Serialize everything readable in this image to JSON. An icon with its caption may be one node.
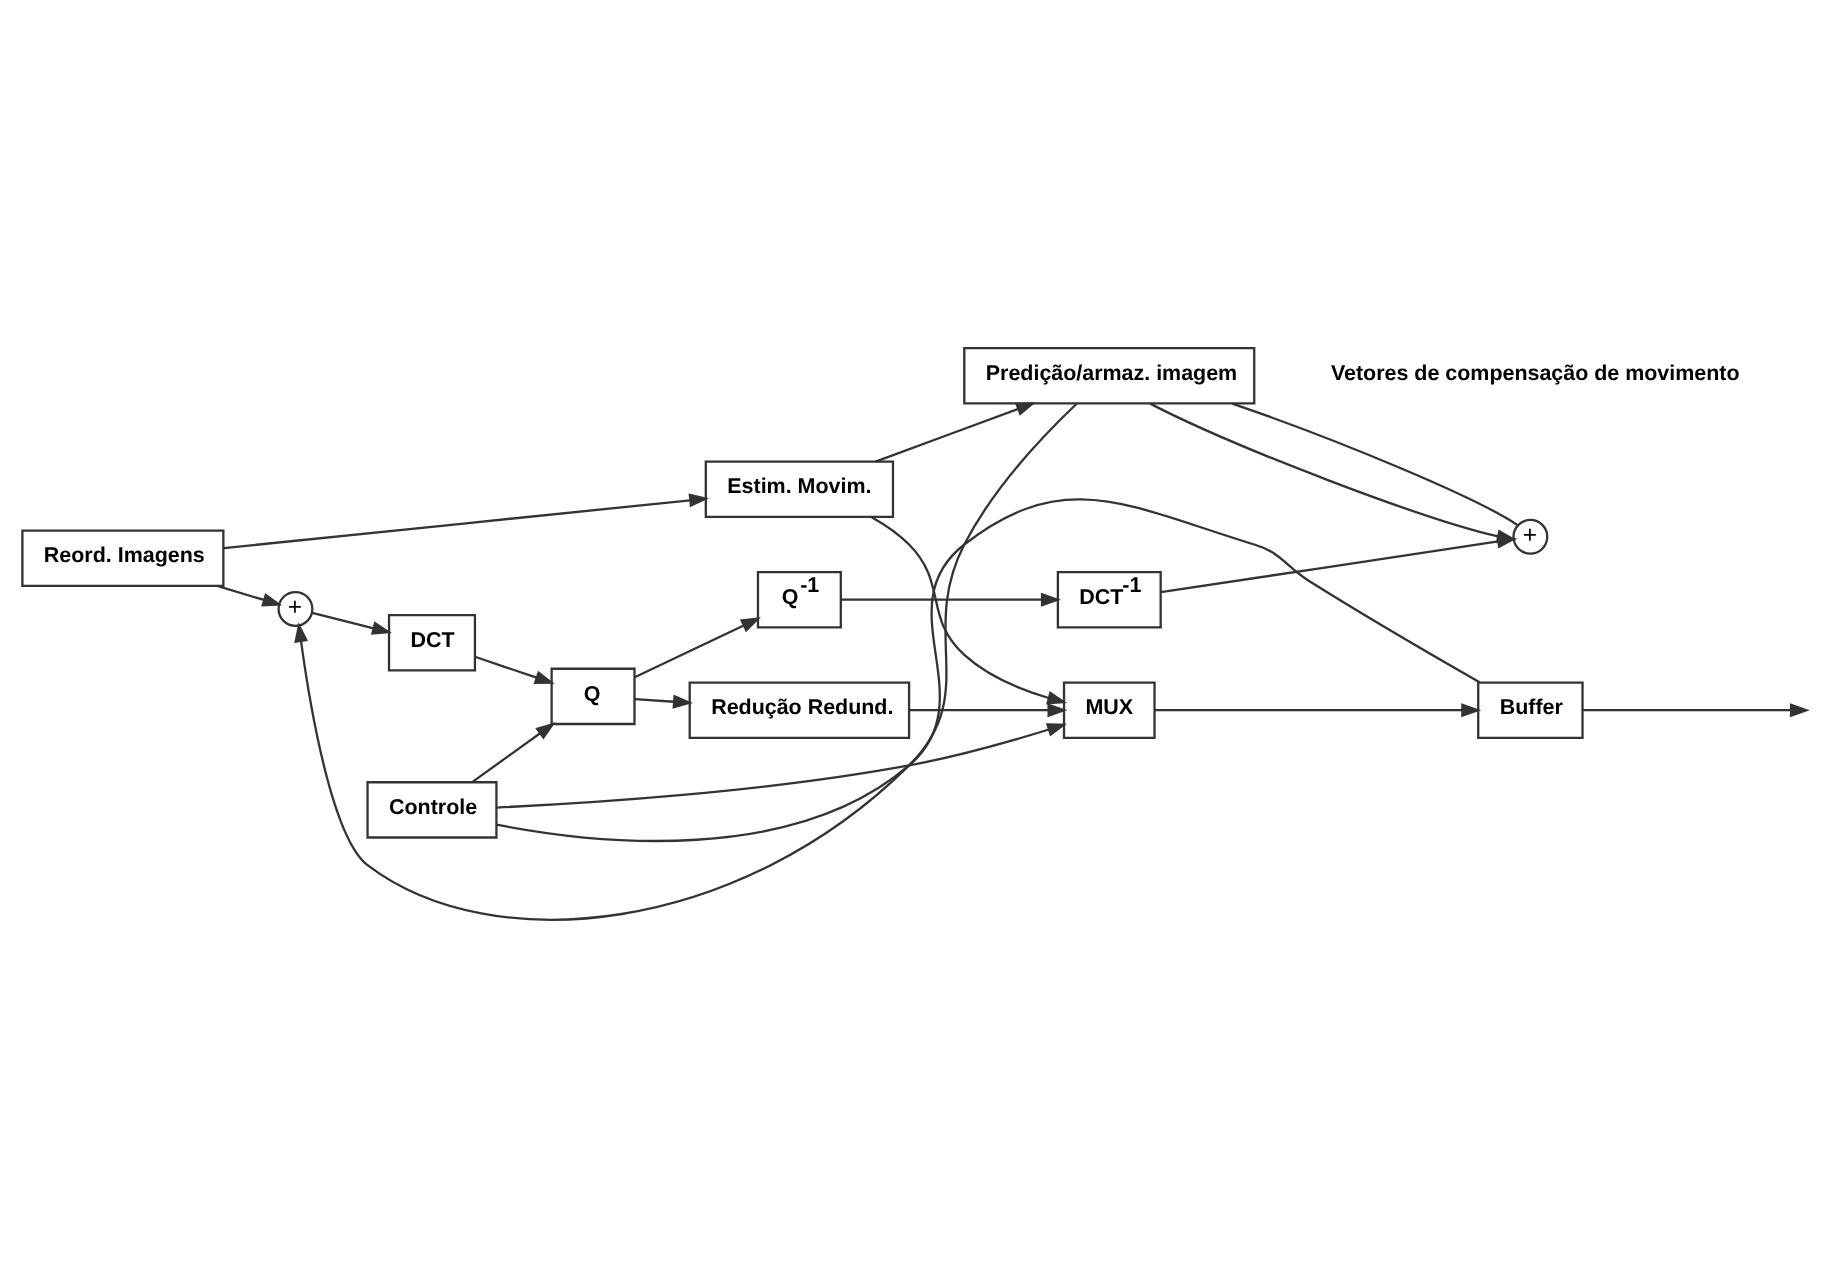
{
  "diagram": {
    "nodes": [
      {
        "text": [
          "Reord. Imagens"
        ]
      },
      {
        "text": [
          "Estim. Movim."
        ]
      },
      {
        "text": [
          "+"
        ]
      },
      {
        "text": [
          "DCT"
        ]
      },
      {
        "text": [
          "Q"
        ]
      },
      {
        "text": [
          "Controle"
        ]
      },
      {
        "text": [
          "Redução Redund."
        ]
      },
      {
        "text": [
          "MUX"
        ]
      },
      {
        "text": [
          "Buffer"
        ]
      },
      {
        "text": [
          "Q$^{-1}$"
        ]
      },
      {
        "text": [
          "DCT$^{-1}$"
        ]
      },
      {
        "text": [
          "+"
        ]
      },
      {
        "text": [
          "Predição/armaz. imagem"
        ]
      }
    ],
    "edges": [
      {
        "from": 0,
        "to": 2,
        "arrow": "to"
      },
      {
        "from": 0,
        "to": 1,
        "arrow": "to"
      },
      {
        "from": 2,
        "to": 3,
        "arrow": "to"
      },
      {
        "from": 3,
        "to": 4,
        "arrow": "to"
      },
      {
        "from": 5,
        "to": 4,
        "arrow": "to"
      },
      {
        "from": 5,
        "to": 7,
        "arrow": "to"
      },
      {
        "from": 8,
        "to": 5,
        "arrow": "none"
      },
      {
        "from": 4,
        "to": 6,
        "arrow": "to"
      },
      {
        "from": 4,
        "to": 9,
        "arrow": "to"
      },
      {
        "from": 6,
        "to": 7,
        "arrow": "to"
      },
      {
        "from": 1,
        "to": 7,
        "arrow": "to"
      },
      {
        "from": 1,
        "to": 12,
        "arrow": "to"
      },
      {
        "from": 7,
        "to": 8,
        "arrow": "to"
      },
      {
        "from": 8,
        "to": null,
        "arrow": "to"
      },
      {
        "from": 9,
        "to": 10,
        "arrow": "to"
      },
      {
        "from": 10,
        "to": 11,
        "arrow": "to"
      },
      {
        "from": 11,
        "to": 12,
        "arrow": "none"
      },
      {
        "from": 12,
        "to": 2,
        "arrow": "to"
      },
      {
        "from": 12,
        "to": 11,
        "arrow": "to"
      }
    ],
    "labels": [
      "Vetores de compensação de movimento"
    ]
  }
}
